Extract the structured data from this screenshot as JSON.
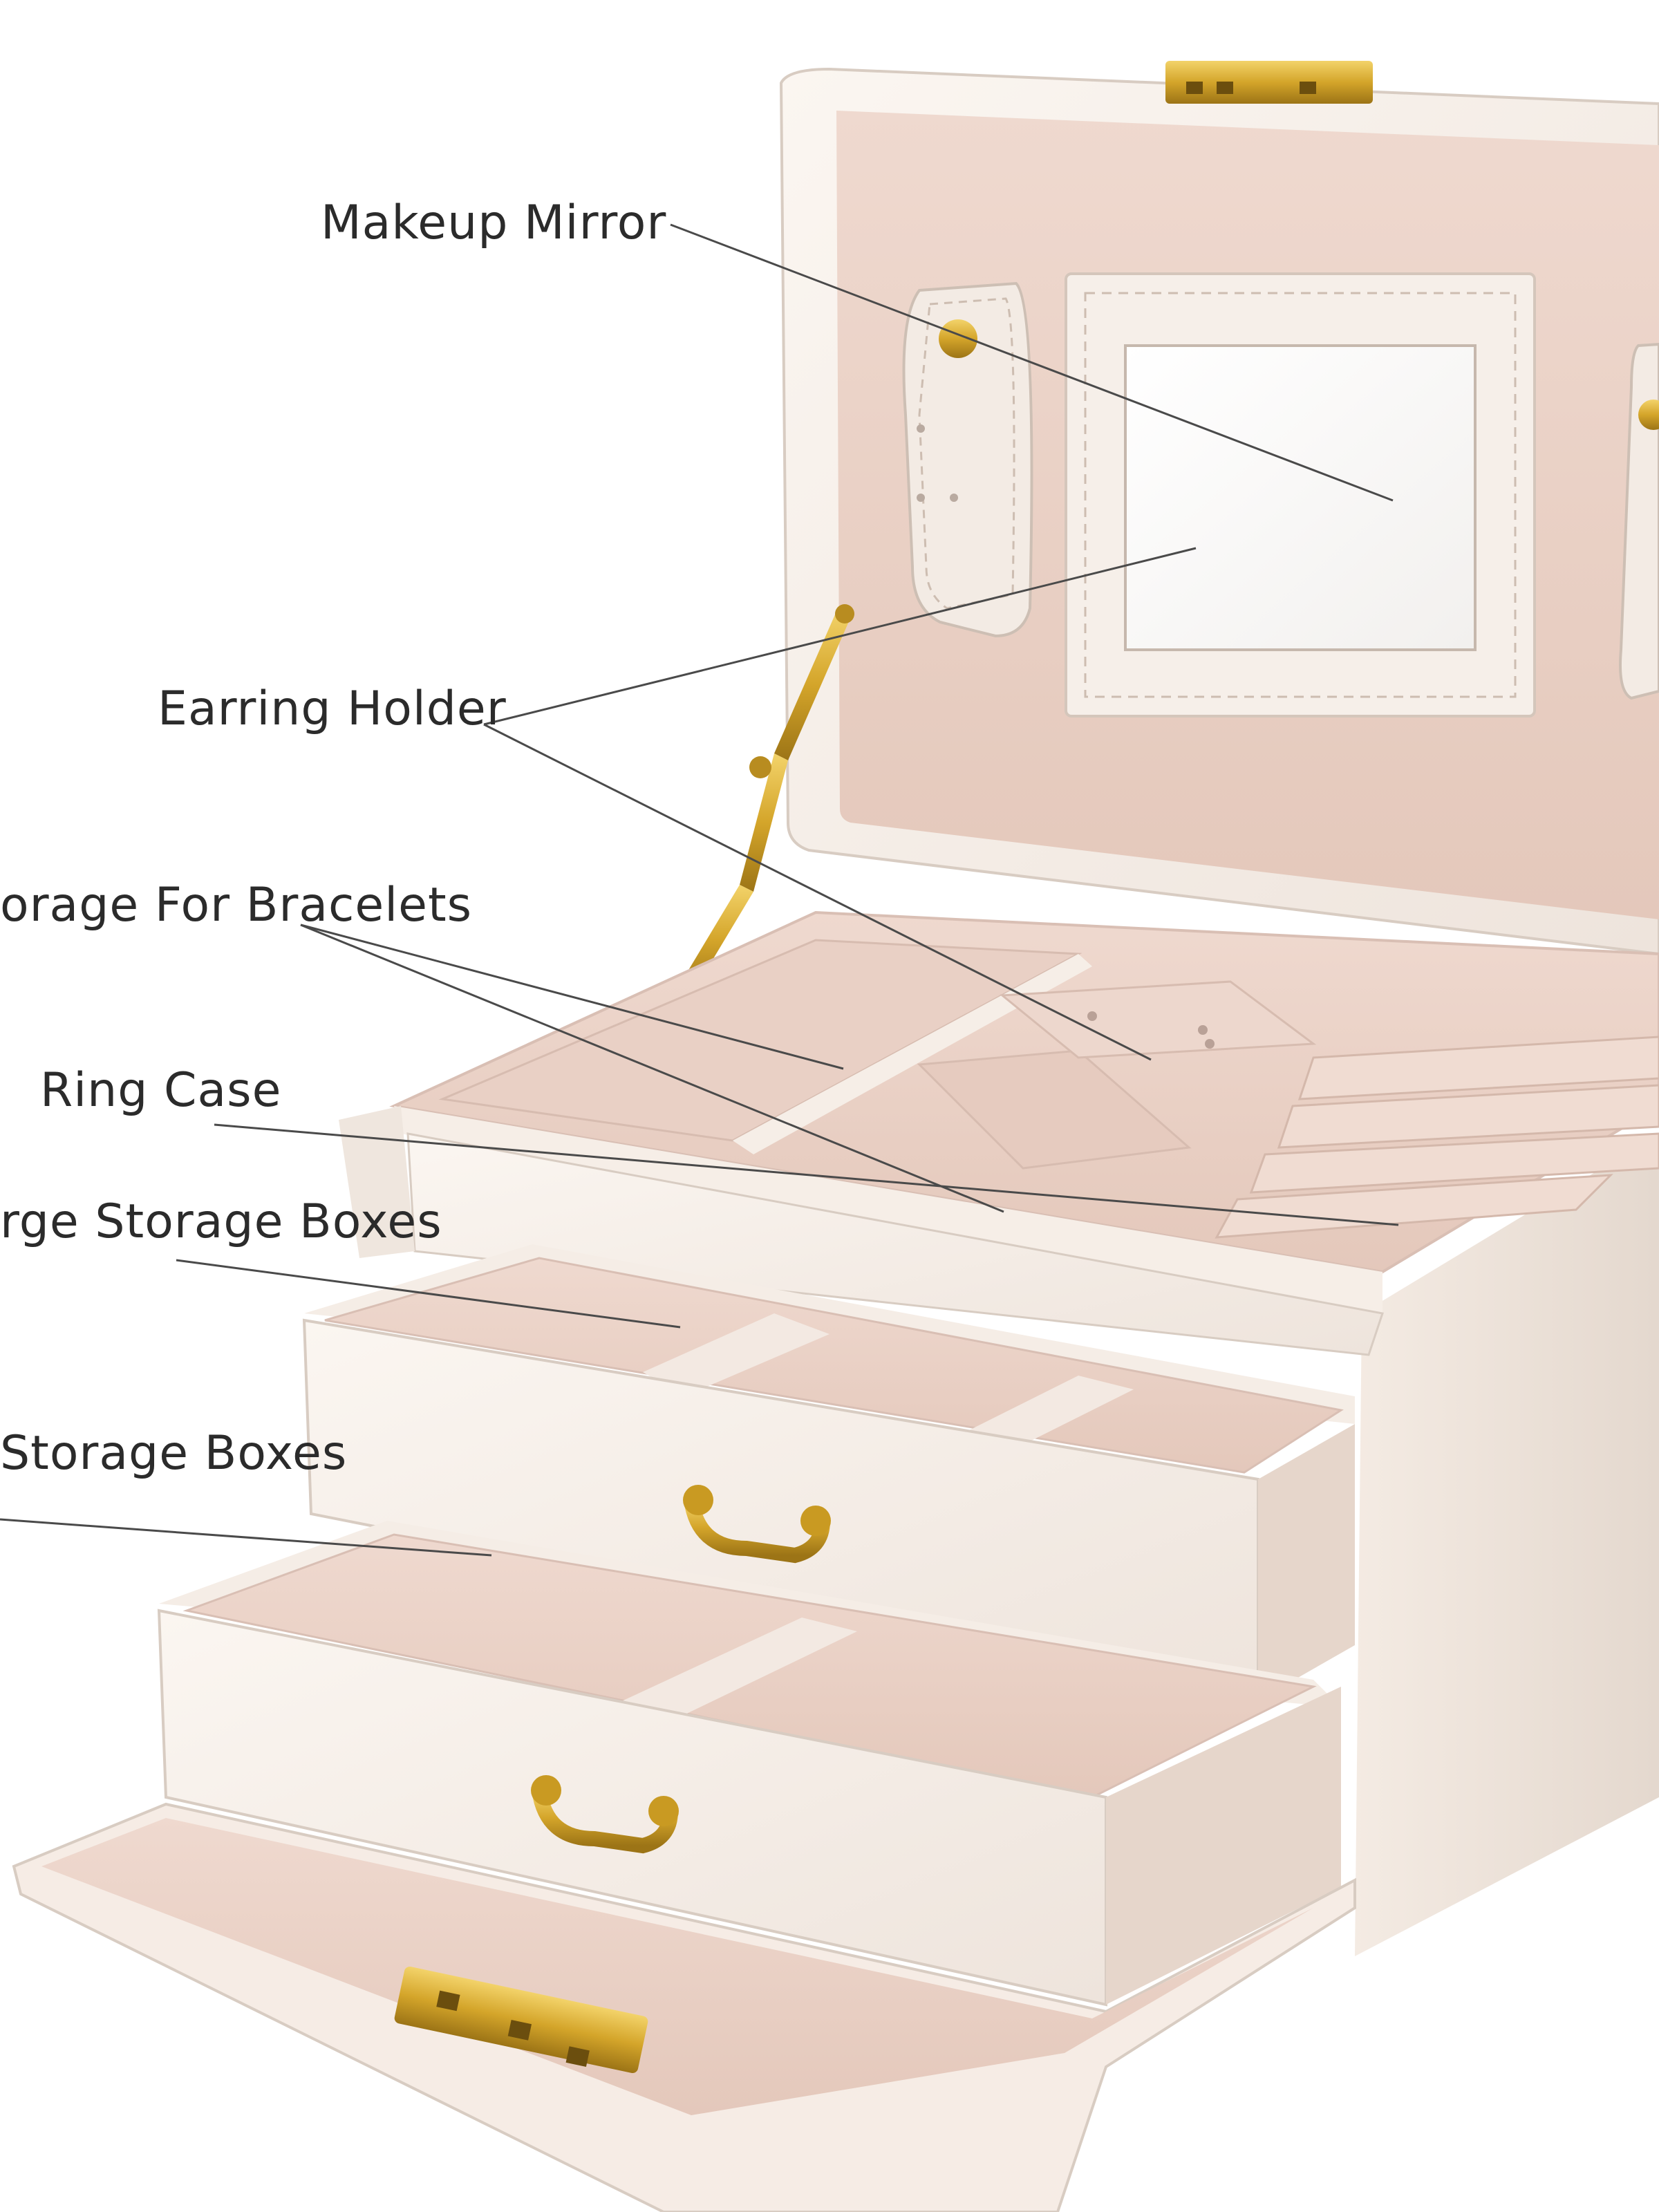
{
  "labels": {
    "makeup_mirror": "Makeup Mirror",
    "earring_holder": "Earring Holder",
    "bracelet_storage": "orage For Bracelets",
    "ring_case": "Ring Case",
    "large_storage": "rge Storage Boxes",
    "small_storage": "Storage Boxes"
  },
  "colors": {
    "leather": "#f7f0ea",
    "velvet": "#ebd3c9",
    "velvet_shadow": "#d9b9ad",
    "brass": "#d4a52a",
    "leader_line": "#4a4a4a",
    "text": "#2b2b2b"
  }
}
